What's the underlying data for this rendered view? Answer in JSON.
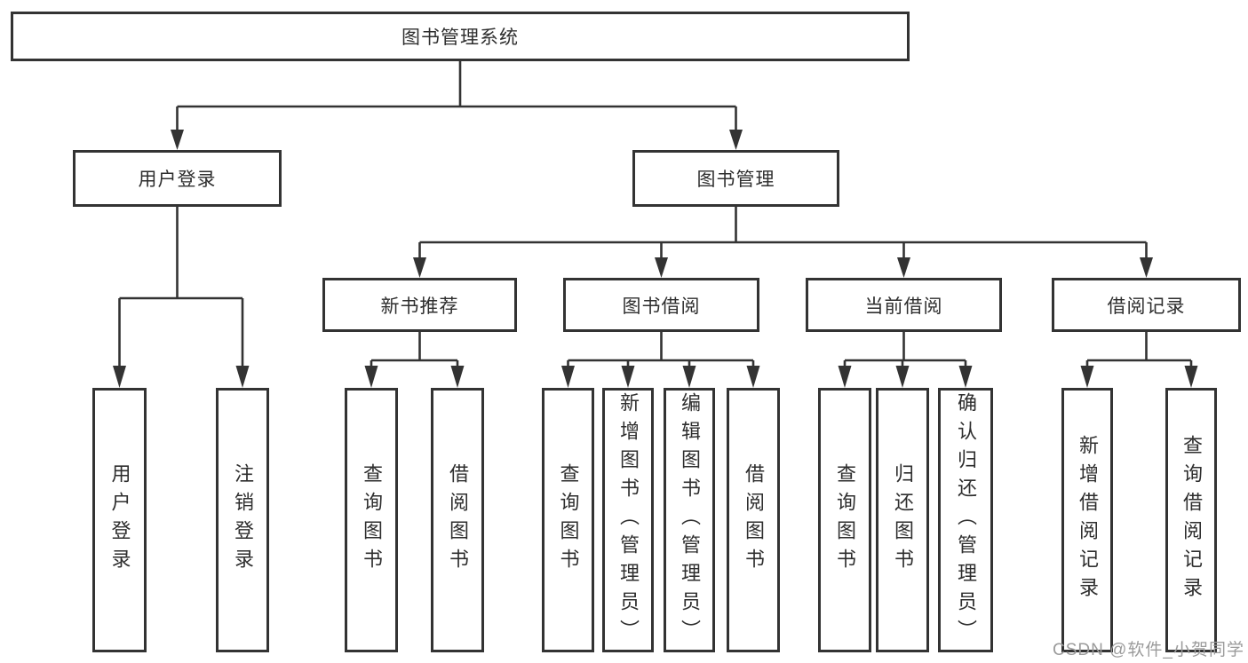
{
  "colors": {
    "line": "#333333",
    "text": "#2e2e2e",
    "background": "#ffffff",
    "watermark": "#9b9b9b"
  },
  "tree": {
    "label": "图书管理系统",
    "children": [
      {
        "label": "用户登录",
        "children": [
          {
            "label": "用户登录"
          },
          {
            "label": "注销登录"
          }
        ]
      },
      {
        "label": "图书管理",
        "children": [
          {
            "label": "新书推荐",
            "children": [
              {
                "label": "查询图书"
              },
              {
                "label": "借阅图书"
              }
            ]
          },
          {
            "label": "图书借阅",
            "children": [
              {
                "label": "查询图书"
              },
              {
                "label": "新增图书（管理员）"
              },
              {
                "label": "编辑图书（管理员）"
              },
              {
                "label": "借阅图书"
              }
            ]
          },
          {
            "label": "当前借阅",
            "children": [
              {
                "label": "查询图书"
              },
              {
                "label": "归还图书"
              },
              {
                "label": "确认归还（管理员）"
              }
            ]
          },
          {
            "label": "借阅记录",
            "children": [
              {
                "label": "新增借阅记录"
              },
              {
                "label": "查询借阅记录"
              }
            ]
          }
        ]
      }
    ]
  },
  "watermark": {
    "text": "CSDN @软件_小贺同学"
  }
}
